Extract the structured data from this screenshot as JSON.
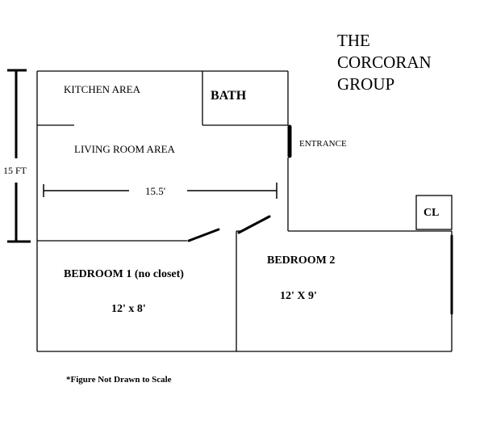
{
  "title_lines": [
    "THE",
    "CORCORAN",
    "GROUP"
  ],
  "rooms": {
    "kitchen": "KITCHEN AREA",
    "bath": "BATH",
    "living": "LIVING ROOM AREA",
    "bedroom1": {
      "name": "BEDROOM 1 (no closet)",
      "size": "12' x 8'"
    },
    "bedroom2": {
      "name": "BEDROOM 2",
      "size": "12' X 9'"
    },
    "closet": "CL"
  },
  "labels": {
    "entrance": "ENTRANCE",
    "height_dim": "15 FT",
    "width_dim": "15.5'",
    "note": "*Figure Not Drawn to Scale"
  }
}
